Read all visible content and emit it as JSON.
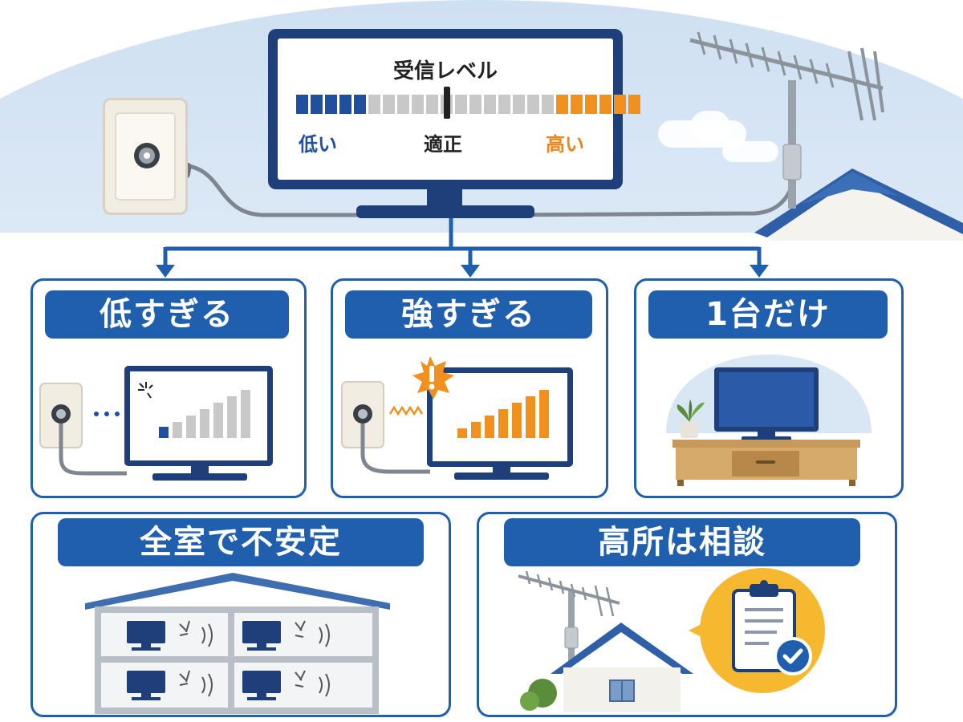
{
  "meter": {
    "title": "受信レベル",
    "low_label": "低い",
    "ok_label": "適正",
    "high_label": "高い",
    "segments": [
      "blue",
      "blue",
      "blue",
      "blue",
      "blue",
      "gray",
      "gray",
      "gray",
      "gray",
      "gray",
      "gray",
      "gray",
      "gray",
      "gray",
      "gray",
      "gray",
      "gray",
      "gray",
      "orange",
      "orange",
      "orange",
      "orange",
      "orange",
      "orange"
    ]
  },
  "cards": {
    "too_low": {
      "title": "低すぎる"
    },
    "too_high": {
      "title": "強すぎる"
    },
    "one_only": {
      "title": "1台だけ"
    },
    "all_rooms": {
      "title": "全室で不安定"
    },
    "high_place": {
      "title": "高所は相談"
    }
  },
  "colors": {
    "primary_blue": "#1f5fae",
    "navy": "#1f3f7a",
    "orange": "#f0901e",
    "gray": "#c8c8c8",
    "sky": "#dde9f5",
    "consult_yellow": "#f5b82e"
  },
  "icons": [
    "tv-icon",
    "antenna-icon",
    "wall-outlet-icon",
    "house-icon",
    "warning-burst-icon",
    "clipboard-check-icon",
    "plant-icon",
    "tv-stand-icon",
    "signal-wave-icon"
  ]
}
